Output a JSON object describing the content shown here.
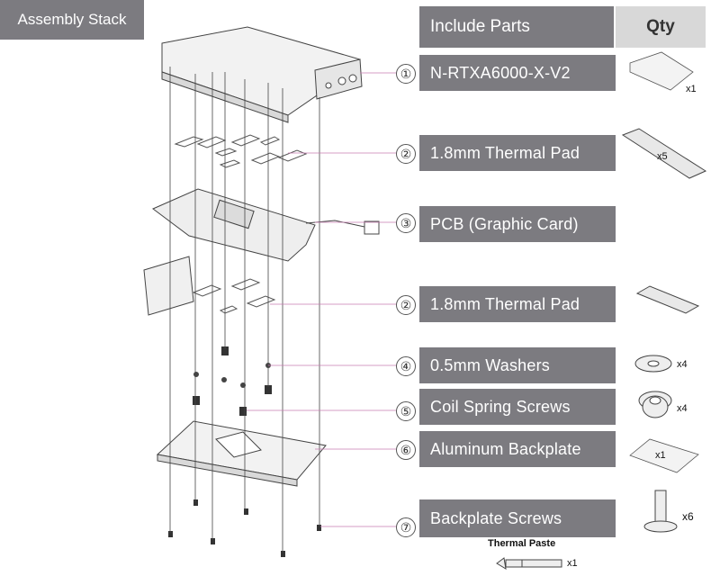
{
  "header": {
    "section_title": "Assembly Stack",
    "parts_header": "Include Parts",
    "qty_header": "Qty"
  },
  "parts": [
    {
      "num": "①",
      "label": "N-RTXA6000-X-V2",
      "qty": "x1"
    },
    {
      "num": "②",
      "label": "1.8mm Thermal Pad",
      "qty": "x5"
    },
    {
      "num": "③",
      "label": "PCB (Graphic Card)",
      "qty": ""
    },
    {
      "num": "②",
      "label": "1.8mm Thermal Pad",
      "qty": ""
    },
    {
      "num": "④",
      "label": "0.5mm Washers",
      "qty": "x4"
    },
    {
      "num": "⑤",
      "label": "Coil Spring Screws",
      "qty": "x4"
    },
    {
      "num": "⑥",
      "label": "Aluminum Backplate",
      "qty": "x1"
    },
    {
      "num": "⑦",
      "label": "Backplate Screws",
      "qty": "x6"
    }
  ],
  "extra": {
    "thermal_paste_label": "Thermal Paste",
    "thermal_paste_qty": "x1"
  }
}
